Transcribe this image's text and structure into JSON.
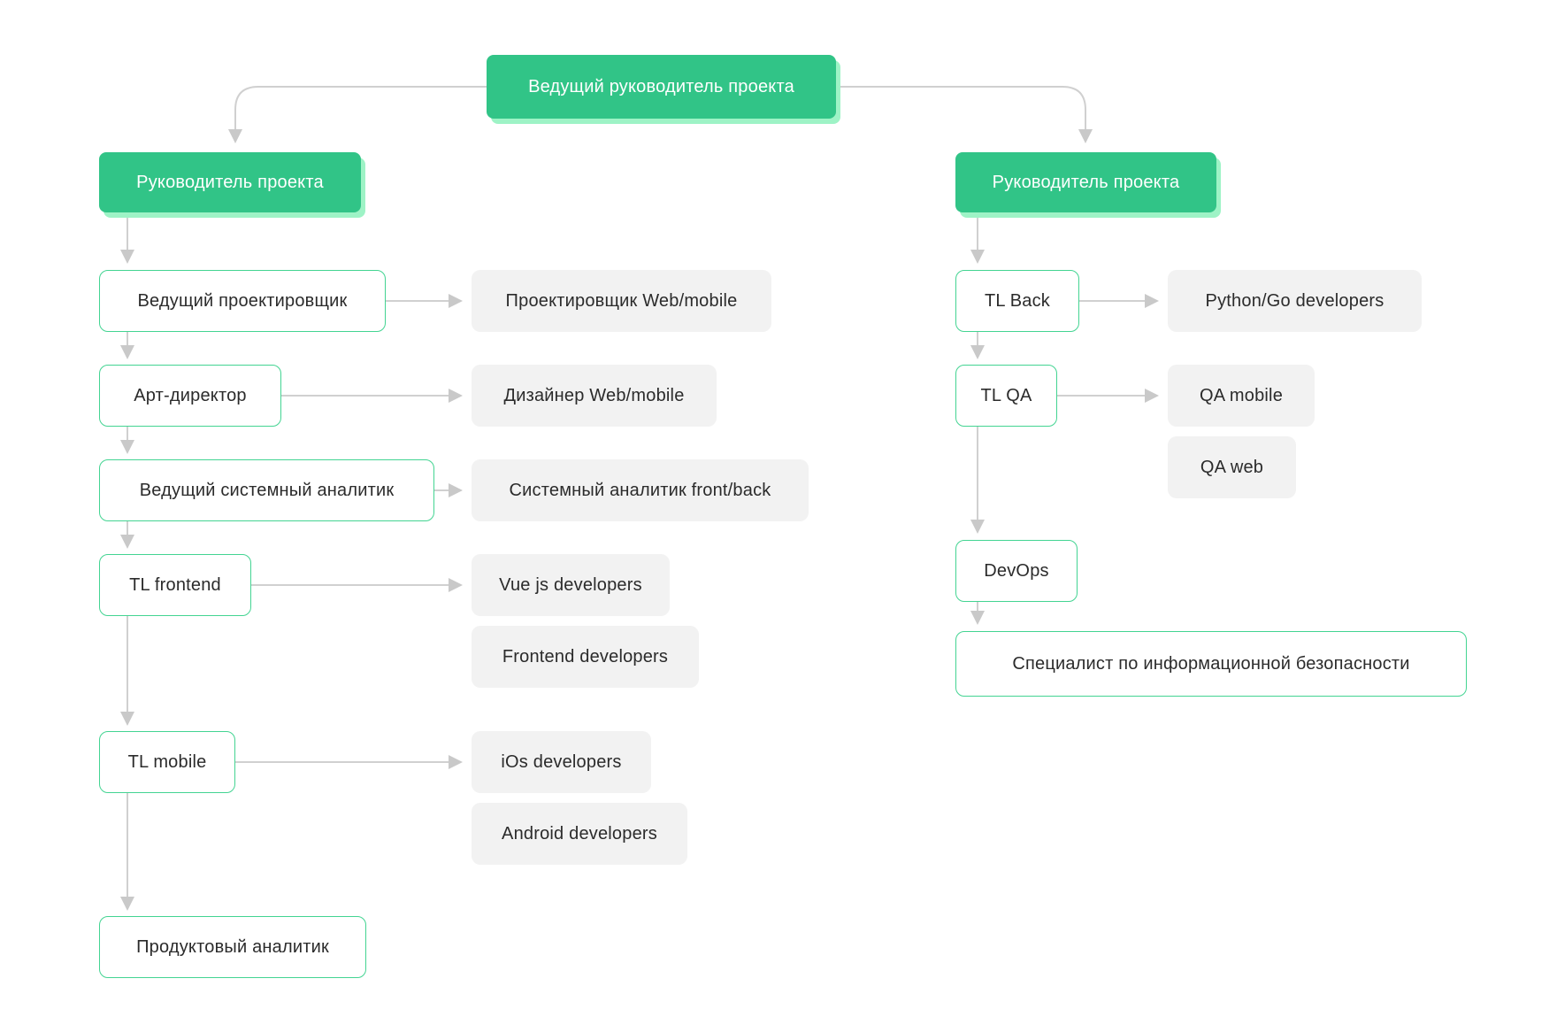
{
  "diagram": {
    "type": "org-chart",
    "language": "ru",
    "colors": {
      "node_primary": "#31c487",
      "node_primary_shadow": "#9ef3c6",
      "node_outline_border": "#43d492",
      "node_gray_bg": "#f2f2f2",
      "text_dark": "#2b2b2b",
      "text_light": "#ffffff",
      "connector": "#d0d0d0",
      "arrowhead": "#c9c9c9"
    },
    "nodes": {
      "lead_pm": {
        "label": "Ведущий руководитель проекта",
        "style": "green"
      },
      "pm_left": {
        "label": "Руководитель проекта",
        "style": "green"
      },
      "pm_right": {
        "label": "Руководитель проекта",
        "style": "green"
      },
      "lead_designer": {
        "label": "Ведущий проектировщик",
        "style": "outline"
      },
      "designer_wm": {
        "label": "Проектировщик Web/mobile",
        "style": "gray"
      },
      "art_director": {
        "label": "Арт-директор",
        "style": "outline"
      },
      "ui_designer": {
        "label": "Дизайнер Web/mobile",
        "style": "gray"
      },
      "lead_sa": {
        "label": "Ведущий системный аналитик",
        "style": "outline"
      },
      "sys_analyst": {
        "label": "Системный аналитик front/back",
        "style": "gray"
      },
      "tl_frontend": {
        "label": "TL frontend",
        "style": "outline"
      },
      "vue_devs": {
        "label": "Vue js developers",
        "style": "gray"
      },
      "frontend_devs": {
        "label": "Frontend developers",
        "style": "gray"
      },
      "tl_mobile": {
        "label": "TL mobile",
        "style": "outline"
      },
      "ios_devs": {
        "label": "iOs developers",
        "style": "gray"
      },
      "android_devs": {
        "label": "Android developers",
        "style": "gray"
      },
      "product_analyst": {
        "label": "Продуктовый аналитик",
        "style": "outline"
      },
      "tl_back": {
        "label": "TL Back",
        "style": "outline"
      },
      "python_go_devs": {
        "label": "Python/Go developers",
        "style": "gray"
      },
      "tl_qa": {
        "label": "TL QA",
        "style": "outline"
      },
      "qa_mobile": {
        "label": "QA mobile",
        "style": "gray"
      },
      "qa_web": {
        "label": "QA web",
        "style": "gray"
      },
      "devops": {
        "label": "DevOps",
        "style": "outline"
      },
      "infosec": {
        "label": "Специалист по информационной безопасности",
        "style": "outline"
      }
    },
    "edges": [
      {
        "from": "lead_pm",
        "to": "pm_left"
      },
      {
        "from": "lead_pm",
        "to": "pm_right"
      },
      {
        "from": "pm_left",
        "to": "lead_designer"
      },
      {
        "from": "lead_designer",
        "to": "designer_wm"
      },
      {
        "from": "lead_designer",
        "to": "art_director"
      },
      {
        "from": "art_director",
        "to": "ui_designer"
      },
      {
        "from": "art_director",
        "to": "lead_sa"
      },
      {
        "from": "lead_sa",
        "to": "sys_analyst"
      },
      {
        "from": "lead_sa",
        "to": "tl_frontend"
      },
      {
        "from": "tl_frontend",
        "to": "vue_devs"
      },
      {
        "from": "tl_frontend",
        "to": "tl_mobile"
      },
      {
        "from": "tl_mobile",
        "to": "ios_devs"
      },
      {
        "from": "tl_mobile",
        "to": "product_analyst"
      },
      {
        "from": "pm_right",
        "to": "tl_back"
      },
      {
        "from": "tl_back",
        "to": "python_go_devs"
      },
      {
        "from": "tl_back",
        "to": "tl_qa"
      },
      {
        "from": "tl_qa",
        "to": "qa_mobile"
      },
      {
        "from": "tl_qa",
        "to": "devops"
      },
      {
        "from": "devops",
        "to": "infosec"
      }
    ]
  }
}
